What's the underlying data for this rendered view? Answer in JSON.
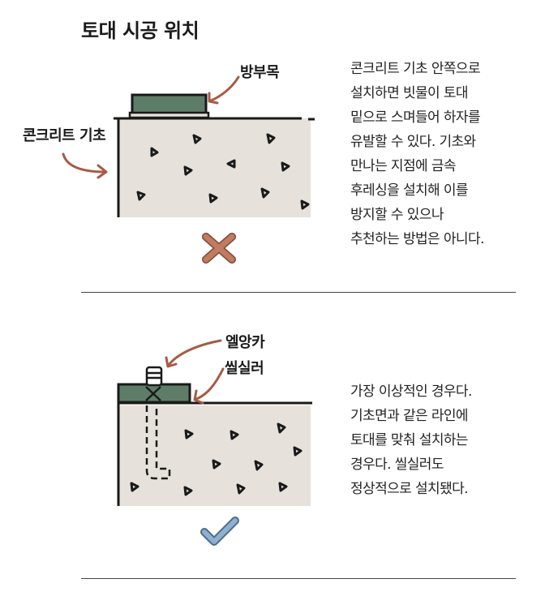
{
  "title": "토대 시공 위치",
  "section1": {
    "labels": {
      "bangbumok": "방부목",
      "concrete_foundation": "콘크리트 기초"
    },
    "description_lines": [
      "콘크리트 기초 안쪽으로",
      "설치하면 빗물이 토대",
      "밑으로 스며들어 하자를",
      "유발할 수 있다. 기초와",
      "만나는 지점에 금속",
      "후레싱을 설치해 이를",
      "방지할 수 있으나",
      "추천하는 방법은 아니다."
    ],
    "verdict_icon": "x-mark-icon"
  },
  "section2": {
    "labels": {
      "anchor_bolt": "엘앙카",
      "sill_sealer": "씰실러"
    },
    "description_lines": [
      "가장 이상적인 경우다.",
      "기초면과 같은 라인에",
      "토대를 맞춰 설치하는",
      "경우다. 씰실러도",
      "정상적으로 설치됐다."
    ],
    "verdict_icon": "check-mark-icon"
  },
  "colors": {
    "concrete": "#e6e2db",
    "wood": "#5e7d68",
    "arrow": "#a85a45",
    "x_mark": "#c07b60",
    "check_mark": "#7e9cba"
  }
}
